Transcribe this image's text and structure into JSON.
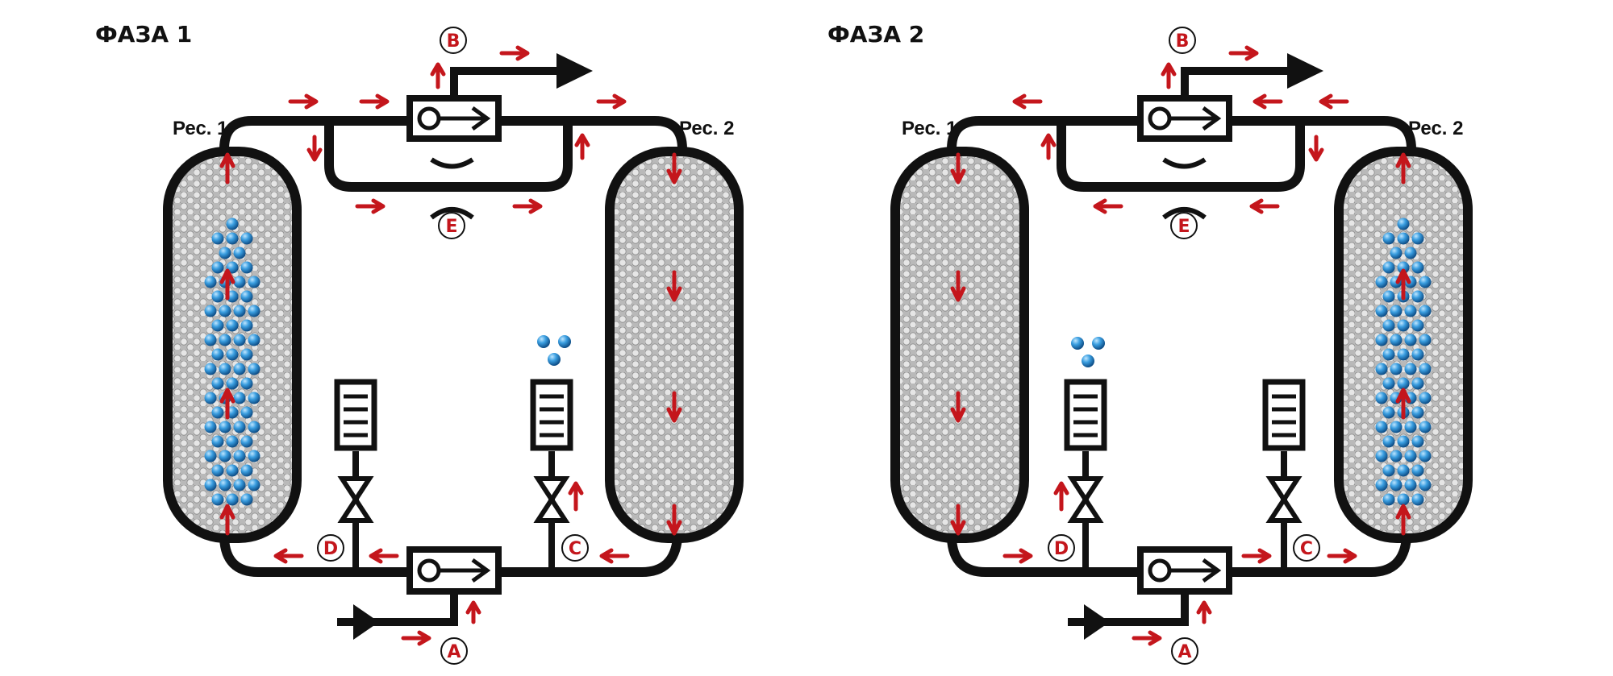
{
  "panels": [
    {
      "id": "phase1",
      "title": "ФАЗА 1",
      "vessel_left_label": "Рес. 1",
      "vessel_right_label": "Рес. 2",
      "wet_vessel": "left",
      "markers": {
        "A": "A",
        "B": "B",
        "C": "C",
        "D": "D",
        "E": "E"
      }
    },
    {
      "id": "phase2",
      "title": "ФАЗА 2",
      "vessel_left_label": "Рес. 1",
      "vessel_right_label": "Рес. 2",
      "wet_vessel": "right",
      "markers": {
        "A": "A",
        "B": "B",
        "C": "C",
        "D": "D",
        "E": "E"
      }
    }
  ],
  "colors": {
    "pipe": "#111111",
    "arrow": "#c4161c",
    "desiccant": "#b5b5b5",
    "bead": "#2b86c8",
    "background": "#ffffff"
  }
}
